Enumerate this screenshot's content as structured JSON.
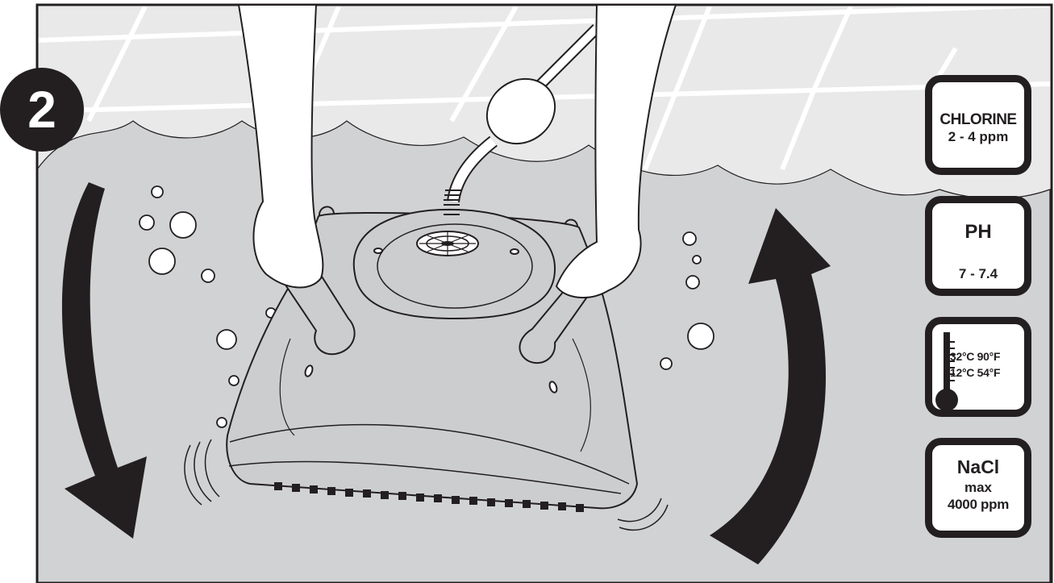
{
  "step": {
    "number": "2"
  },
  "cards": {
    "chlorine": {
      "label": "CHLORINE",
      "value": "2 - 4 ppm"
    },
    "ph": {
      "label": "PH",
      "value": "7 - 7.4"
    },
    "temperature": {
      "max": "32°C  90°F",
      "min": "12°C  54°F",
      "icon": "thermometer-icon"
    },
    "salt": {
      "label": "NaCl",
      "qualifier": "max",
      "value": "4000 ppm"
    }
  },
  "colors": {
    "ink": "#231f20",
    "water": "#d1d2d4",
    "pool_wall": "#e9e9ea",
    "robot_body": "#cccdcf"
  },
  "icons": [
    "rotate-down-arrow-icon",
    "rotate-up-arrow-icon",
    "air-bubble-icon",
    "water-wave-icon"
  ]
}
